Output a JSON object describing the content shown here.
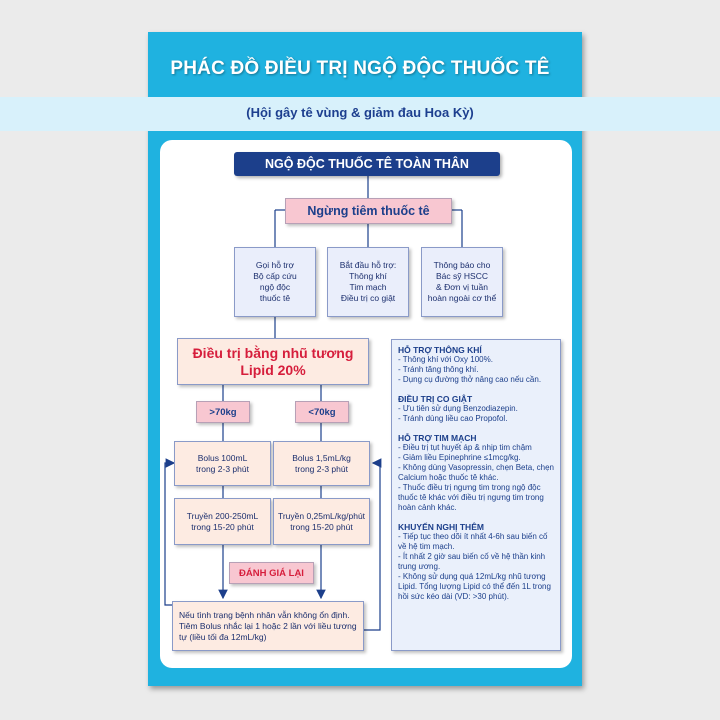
{
  "header": {
    "title": "PHÁC ĐỒ ĐIỀU TRỊ NGỘ ĐỘC THUỐC TÊ",
    "subtitle": "(Hội gây tê vùng & giảm đau Hoa Kỳ)"
  },
  "flow": {
    "top": "NGỘ ĐỘC THUỐC TÊ TOÀN THÂN",
    "stop": "Ngừng tiêm thuốc tê",
    "call": [
      "Gọi hỗ trợ",
      "Bộ cấp cứu",
      "ngộ độc",
      "thuốc tê"
    ],
    "support": [
      "Bắt đầu hỗ trợ:",
      "Thông khí",
      "Tim mạch",
      "Điều trị co giật"
    ],
    "notify": [
      "Thông báo cho",
      "Bác sỹ HSCC",
      "& Đơn vị tuần",
      "hoàn ngoài cơ thể"
    ],
    "lipid": [
      "Điều trị bằng nhũ tương",
      "Lipid 20%"
    ],
    "weight_over": ">70kg",
    "weight_under": "<70kg",
    "bolus_left": [
      "Bolus 100mL",
      "trong 2-3 phút"
    ],
    "bolus_right": [
      "Bolus 1,5mL/kg",
      "trong 2-3 phút"
    ],
    "infuse_left": [
      "Truyền 200-250mL",
      "trong 15-20 phút"
    ],
    "infuse_right": [
      "Truyền 0,25mL/kg/phút",
      "trong 15-20 phút"
    ],
    "reassess": "ĐÁNH GIÁ LẠI",
    "unstable": [
      "Nếu tình trạng bệnh nhân vẫn không ổn định.",
      "Tiêm Bolus nhắc lại 1 hoặc 2 lần với liều tương",
      "tự (liều tối đa 12mL/kg)"
    ]
  },
  "right_panel": {
    "sections": [
      {
        "title": "HỖ TRỢ THÔNG KHÍ",
        "items": [
          "Thông khí với Oxy 100%.",
          "Tránh tăng thông khí.",
          "Dụng cụ đường thở nâng cao nếu cần."
        ]
      },
      {
        "title": "ĐIỀU TRỊ CO GIẬT",
        "items": [
          "Ưu tiên sử dụng Benzodiazepin.",
          "Tránh dùng liều cao Propofol."
        ]
      },
      {
        "title": "HỖ TRỢ TIM MẠCH",
        "items": [
          "Điều trị tụt huyết áp & nhịp tim chậm",
          "Giảm liều Epinephrine ≤1mcg/kg.",
          "Không dùng Vasopressin, chẹn Beta, chẹn Calcium hoặc thuốc tê khác.",
          "Thuốc điều trị ngưng tim trong ngộ độc thuốc tê khác với điều trị ngưng tim trong hoàn cảnh khác."
        ]
      },
      {
        "title": "KHUYẾN NGHỊ THÊM",
        "items": [
          "Tiếp tục theo dõi ít nhất 4-6h sau biến cố về hệ tim mạch.",
          "Ít nhất 2 giờ sau biến cố về hệ thần kinh trung ương.",
          "Không sử dụng quá 12mL/kg nhũ tương Lipid. Tổng lượng Lipid có thể đến 1L trong hồi sức kéo dài (VD: >30 phút)."
        ]
      }
    ]
  }
}
